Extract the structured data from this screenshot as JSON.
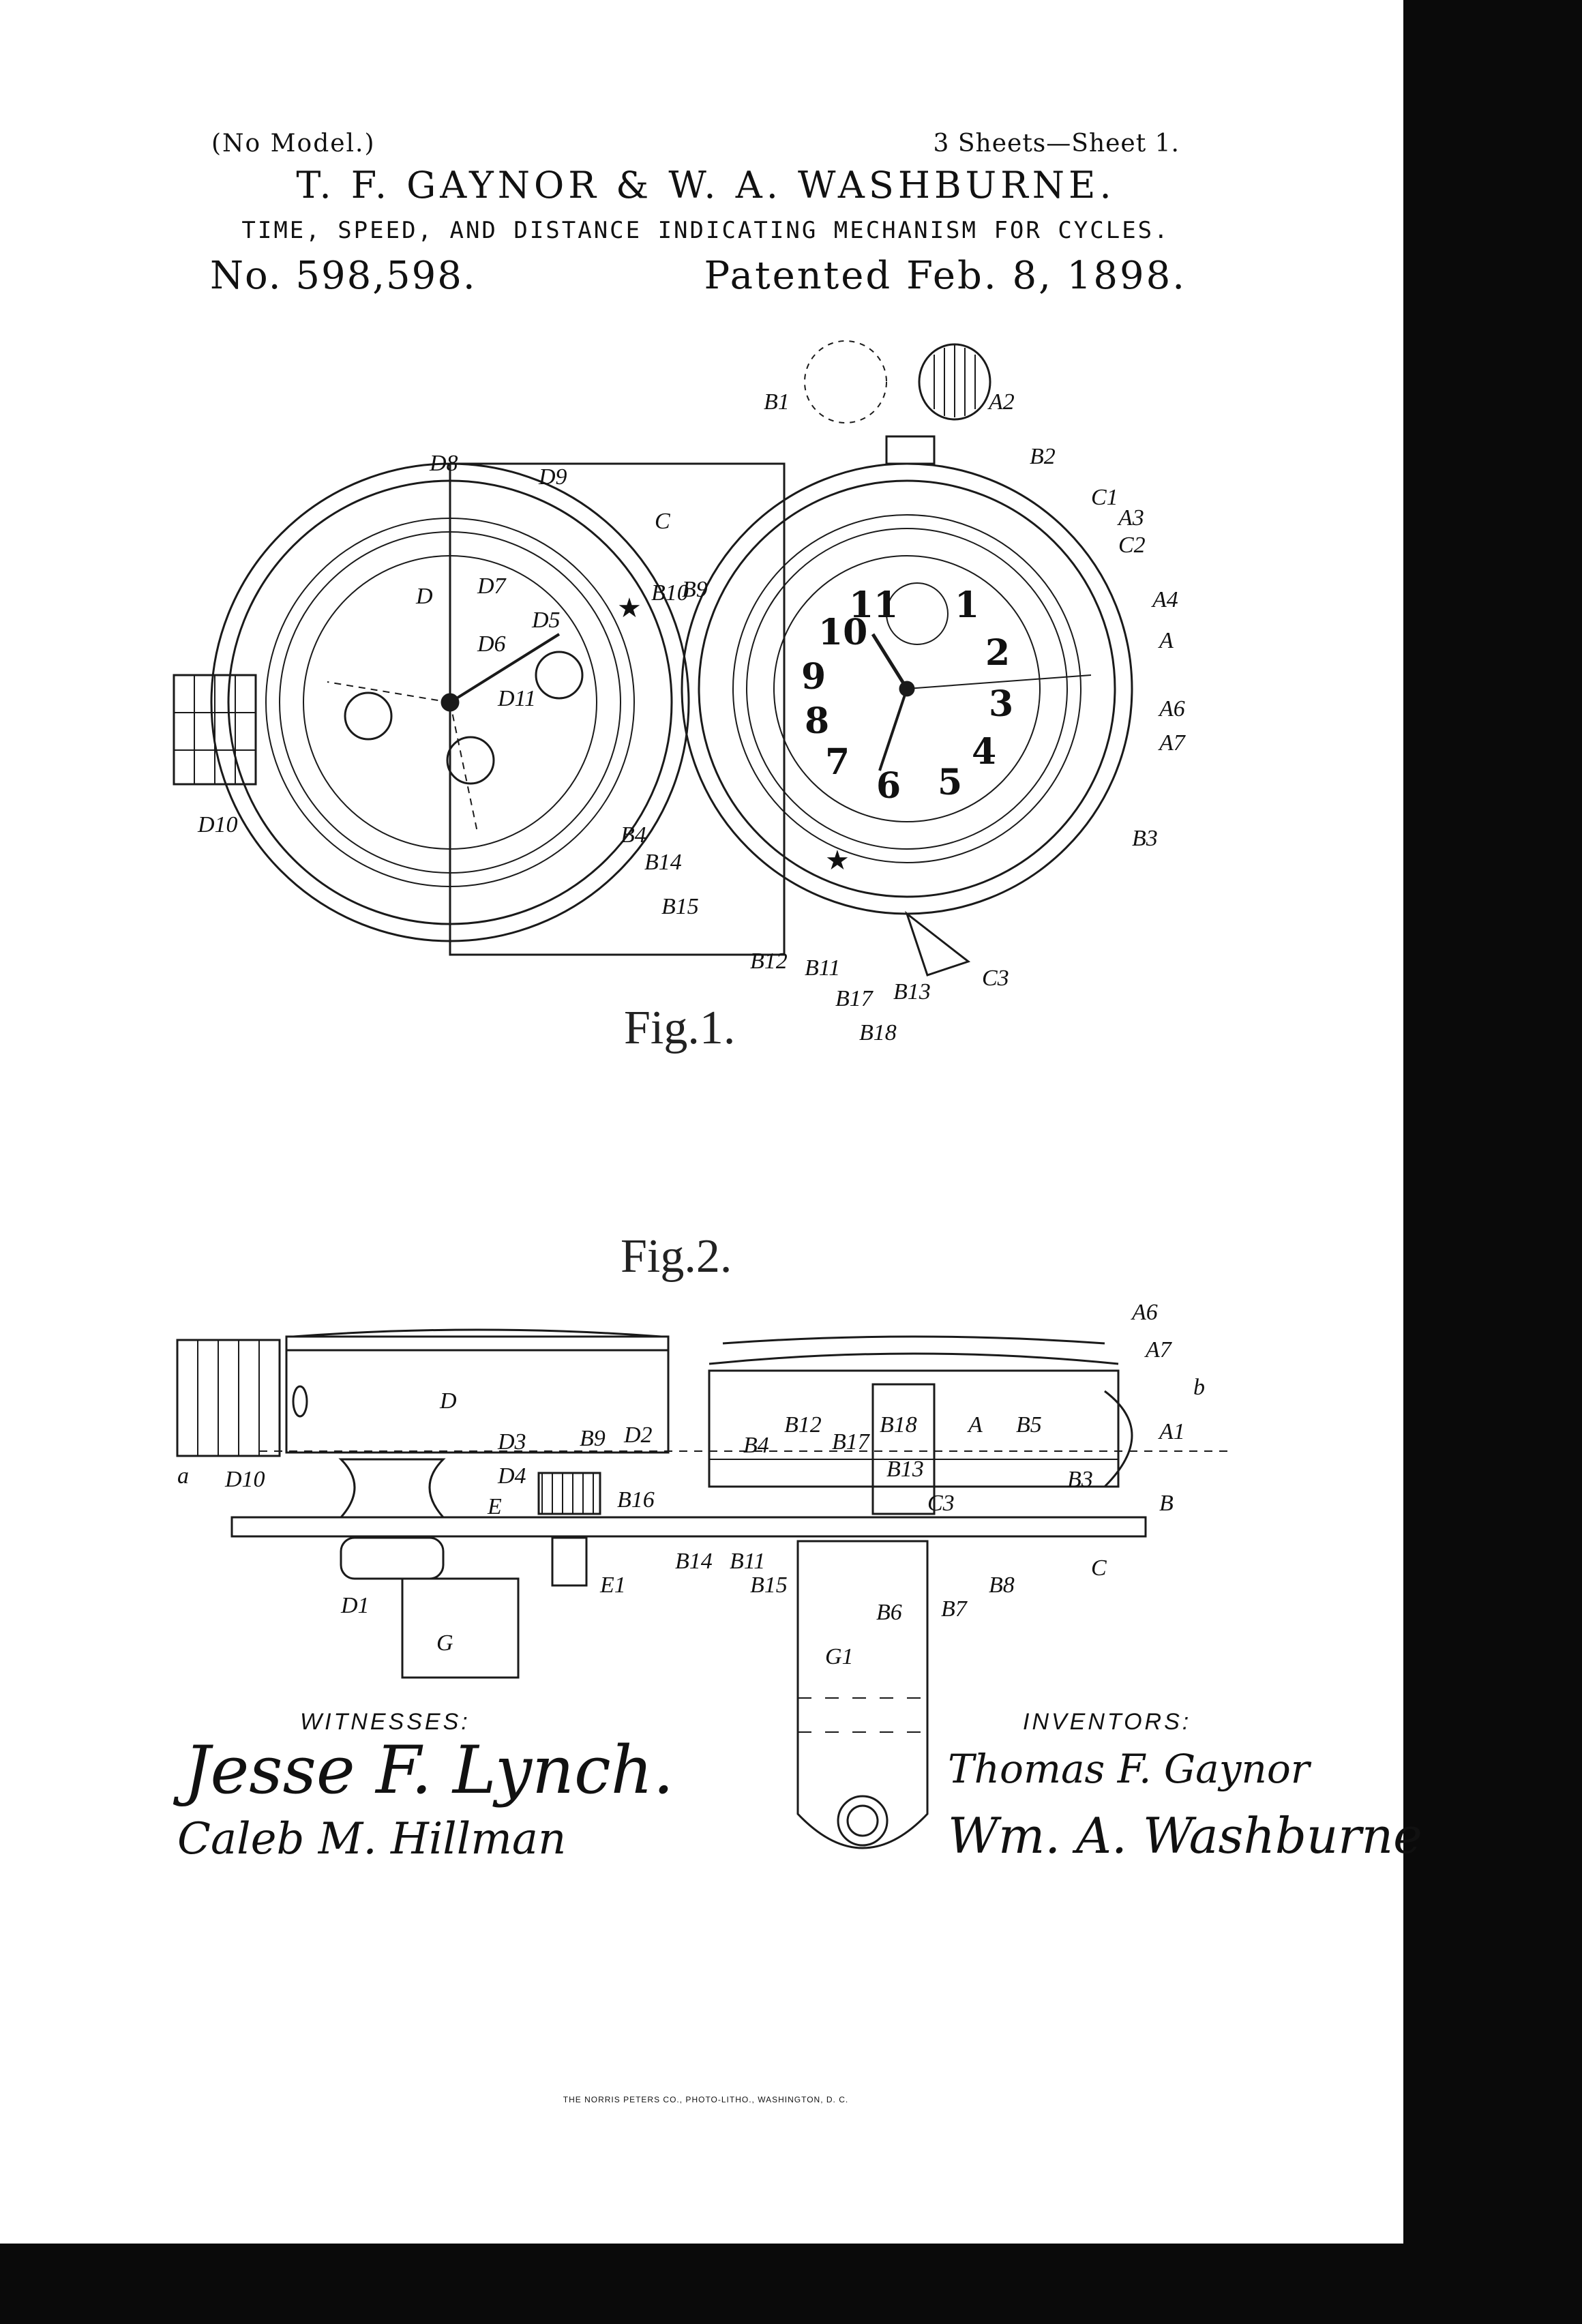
{
  "header": {
    "no_model": "(No Model.)",
    "sheets": "3 Sheets—Sheet 1.",
    "inventors": "T. F. GAYNOR & W. A. WASHBURNE.",
    "title": "TIME, SPEED, AND DISTANCE INDICATING MECHANISM FOR CYCLES.",
    "patent_number": "No. 598,598.",
    "patented": "Patented Feb. 8, 1898."
  },
  "figures": {
    "fig1_caption": "Fig.1.",
    "fig2_caption": "Fig.2.",
    "watch_hours": [
      "11",
      "1",
      "10",
      "2",
      "9",
      "3",
      "8",
      "4",
      "7",
      "6",
      "5"
    ],
    "fig1_labels": [
      "B1",
      "A2",
      "B2",
      "C1",
      "A3",
      "C2",
      "A4",
      "A",
      "A6",
      "A7",
      "B3",
      "C3",
      "B13",
      "B17",
      "B18",
      "B11",
      "B12",
      "B15",
      "B14",
      "B4",
      "B10",
      "B9",
      "C",
      "D8",
      "D9",
      "D",
      "D7",
      "D6",
      "D5",
      "D11",
      "D10"
    ],
    "fig2_labels": [
      "A6",
      "A7",
      "b",
      "A1",
      "B",
      "C",
      "A",
      "B5",
      "B18",
      "B12",
      "B17",
      "B13",
      "B4",
      "C3",
      "B8",
      "B7",
      "B6",
      "B15",
      "B11",
      "B14",
      "D",
      "D3",
      "B9",
      "D2",
      "D4",
      "B16",
      "E",
      "E1",
      "D1",
      "G",
      "G1",
      "a",
      "D10",
      "B3"
    ]
  },
  "witnesses": {
    "label": "WITNESSES:",
    "signatures": [
      "Jesse F. Lynch.",
      "Caleb M. Hillman"
    ]
  },
  "inventors": {
    "label": "INVENTORS:",
    "signatures": [
      "Thomas F. Gaynor",
      "Wm. A. Washburne"
    ]
  },
  "printer": "THE NORRIS PETERS CO., PHOTO-LITHO., WASHINGTON, D. C."
}
